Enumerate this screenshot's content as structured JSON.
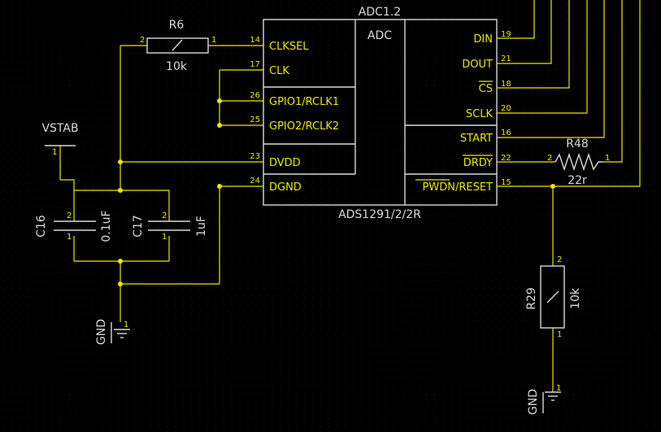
{
  "colors": {
    "background": "#000000",
    "grid_dot": "#2a2a2a",
    "wire": "#e8e800",
    "outline": "#d9d9d9"
  },
  "adc": {
    "designator": "ADC1.2",
    "section": "ADC",
    "part": "ADS1291/2/2R",
    "left_pins": [
      {
        "num": "14",
        "name": "CLKSEL"
      },
      {
        "num": "17",
        "name": "CLK"
      },
      {
        "num": "26",
        "name": "GPIO1/RCLK1"
      },
      {
        "num": "25",
        "name": "GPIO2/RCLK2"
      },
      {
        "num": "23",
        "name": "DVDD"
      },
      {
        "num": "24",
        "name": "DGND"
      }
    ],
    "right_pins": [
      {
        "num": "19",
        "name": "DIN"
      },
      {
        "num": "21",
        "name": "DOUT"
      },
      {
        "num": "18",
        "name": "CS"
      },
      {
        "num": "20",
        "name": "SCLK"
      },
      {
        "num": "16",
        "name": "START"
      },
      {
        "num": "22",
        "name": "DRDY"
      },
      {
        "num": "15",
        "name": "PWDN/RESET"
      }
    ]
  },
  "r6": {
    "ref": "R6",
    "value": "10k",
    "pin_left": "2",
    "pin_right": "1"
  },
  "r48": {
    "ref": "R48",
    "value": "22r",
    "pin_left": "2",
    "pin_right": "1"
  },
  "r29": {
    "ref": "R29",
    "value": "10k",
    "pin_top": "2",
    "pin_bottom": "1"
  },
  "c16": {
    "ref": "C16",
    "value": "0.1uF",
    "pin_top": "2",
    "pin_bottom": "1"
  },
  "c17": {
    "ref": "C17",
    "value": "1uF",
    "pin_top": "2",
    "pin_bottom": "1"
  },
  "vstab": {
    "label": "VSTAB",
    "pin": "1"
  },
  "gnd_left": {
    "label": "GND",
    "pin": "1"
  },
  "gnd_right": {
    "label": "GND",
    "pin": "1"
  }
}
